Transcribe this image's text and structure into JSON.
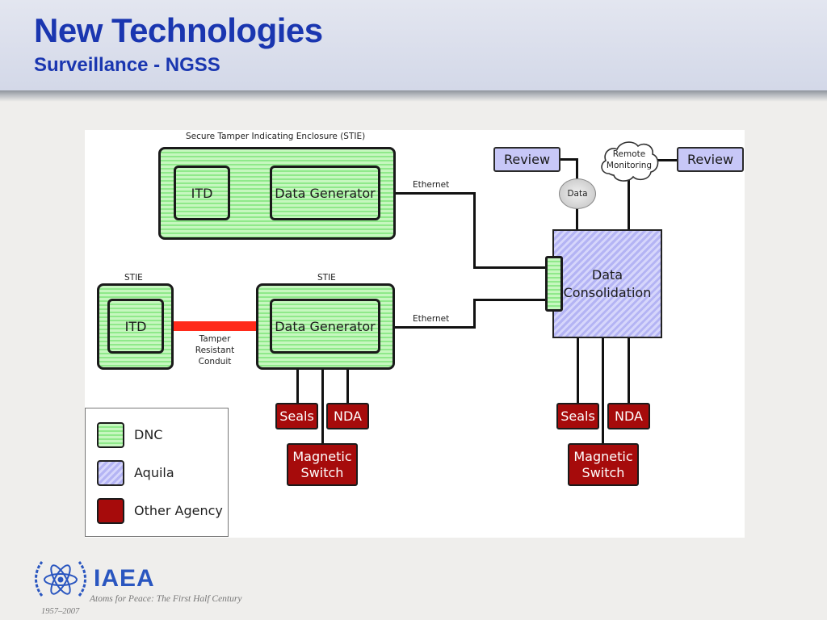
{
  "header": {
    "title": "New Technologies",
    "subtitle": "Surveillance - NGSS"
  },
  "diagram": {
    "stie_top_label": "Secure Tamper Indicating Enclosure (STIE)",
    "stie_left_label": "STIE",
    "stie_mid_label": "STIE",
    "itd_top": "ITD",
    "datagen_top": "Data Generator",
    "itd_bottom": "ITD",
    "datagen_bottom": "Data Generator",
    "ethernet_top": "Ethernet",
    "ethernet_bottom": "Ethernet",
    "tamper_line1": "Tamper",
    "tamper_line2": "Resistant",
    "tamper_line3": "Conduit",
    "review_left": "Review",
    "review_right": "Review",
    "data_node": "Data",
    "remote_line1": "Remote",
    "remote_line2": "Monitoring",
    "consolidation_line1": "Data",
    "consolidation_line2": "Consolidation",
    "seals_left": "Seals",
    "nda_left": "NDA",
    "magnetic_left_line1": "Magnetic",
    "magnetic_left_line2": "Switch",
    "seals_right": "Seals",
    "nda_right": "NDA",
    "magnetic_right_line1": "Magnetic",
    "magnetic_right_line2": "Switch"
  },
  "legend": {
    "items": [
      {
        "label": "DNC",
        "color": "#8fe98a"
      },
      {
        "label": "Aquila",
        "color": "#b4b4f4"
      },
      {
        "label": "Other Agency",
        "color": "#a60b0b"
      }
    ]
  },
  "footer": {
    "org": "IAEA",
    "motto": "Atoms for Peace: The First Half Century",
    "years": "1957–2007",
    "logo_icon": "iaea-atom-wreath-icon"
  },
  "colors": {
    "title_blue": "#1a36b0",
    "dnc_green": "#8fe98a",
    "aquila_blue": "#b4b4f4",
    "agency_red": "#a60b0b",
    "conduit_red": "#ff2a1a"
  }
}
